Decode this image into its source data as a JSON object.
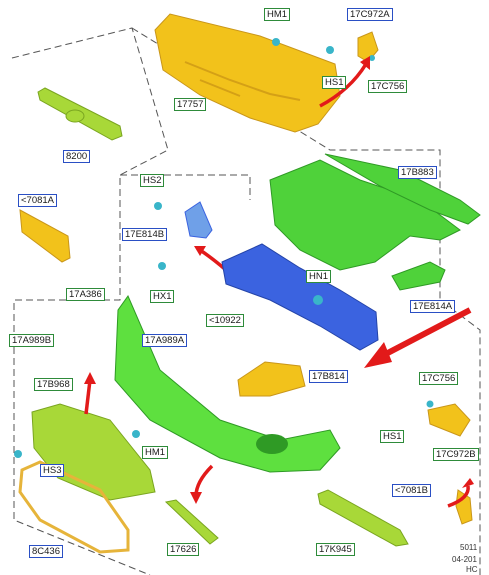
{
  "labels": {
    "hm1": "HM1",
    "c17c972a": "17C972A",
    "hs1_top": "HS1",
    "c17c756_top": "17C756",
    "c17757": "17757",
    "c8200": "8200",
    "c7081a": "<7081A",
    "hs2": "HS2",
    "c17e814b": "17E814B",
    "hx1": "HX1",
    "c17b883": "17B883",
    "hn1": "HN1",
    "c10922": "<10922",
    "c17e814a": "17E814A",
    "c17a386": "17A386",
    "c17a989b": "17A989B",
    "c17a989a": "17A989A",
    "c17b968": "17B968",
    "c17b814": "17B814",
    "c17c756_bot": "17C756",
    "hs1_bot": "HS1",
    "c17c972b": "17C972B",
    "hm1_bot": "HM1",
    "hs3": "HS3",
    "c7081b": "<7081B",
    "c8c436": "8C436",
    "c17626": "17626",
    "c17k945": "17K945"
  },
  "corner": {
    "line1": "5011",
    "line2": "04-201",
    "line3": "HC"
  },
  "colors": {
    "yellow": "#f2c21b",
    "green": "#4fd23a",
    "blue": "#3b63e0",
    "lime": "#a8d838",
    "red": "#e21a1a",
    "label_green_border": "#2e8b3a",
    "label_blue_border": "#2a4fc4"
  }
}
